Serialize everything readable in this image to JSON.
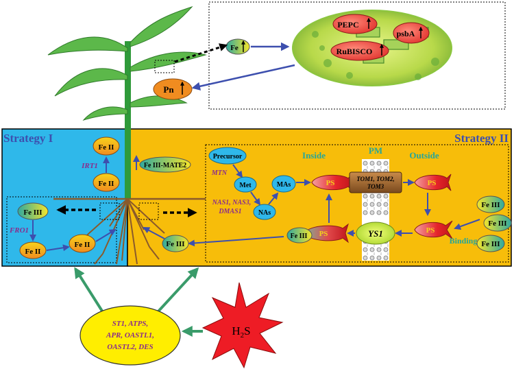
{
  "strategy1": {
    "title": "Strategy I",
    "color": "#2fb8ea"
  },
  "strategy2": {
    "title": "Strategy II",
    "color": "#f7bd0a"
  },
  "labels": {
    "fe2": "Fe II",
    "fe3": "Fe III",
    "irt1": "IRT1",
    "fro1": "FRO1",
    "fe3_mate2": "Fe III-MATE2",
    "precursor": "Precursor",
    "mtn": "MTN",
    "met": "Met",
    "nas_genes": [
      "NAS1, NAS3,",
      "DMAS1"
    ],
    "nas": "NAs",
    "mas": "MAs",
    "ps": "PS",
    "inside": "Inside",
    "pm": "PM",
    "outside": "Outside",
    "tom": [
      "TOM1, TOM2,",
      "TOM3"
    ],
    "ys1": "YS1",
    "binding": "Binding",
    "fe": "Fe",
    "pn": "Pn",
    "pepc": "PEPC",
    "psba": "psbA",
    "rubisco": "RuBISCO",
    "h2s_main": "H",
    "h2s_sub": "2",
    "h2s_end": "S",
    "genes": [
      "ST1, ATPS,",
      "APR, OASTL1,",
      "OASTL2, DES"
    ]
  },
  "colors": {
    "arrow": "#3d4fae",
    "green_arrow": "#3a9b6a",
    "label_purple": "#8a2c8c",
    "inside_text": "#26a69a",
    "sulfide_red": "#ee1c25",
    "gene_yellow": "#ffee00"
  }
}
